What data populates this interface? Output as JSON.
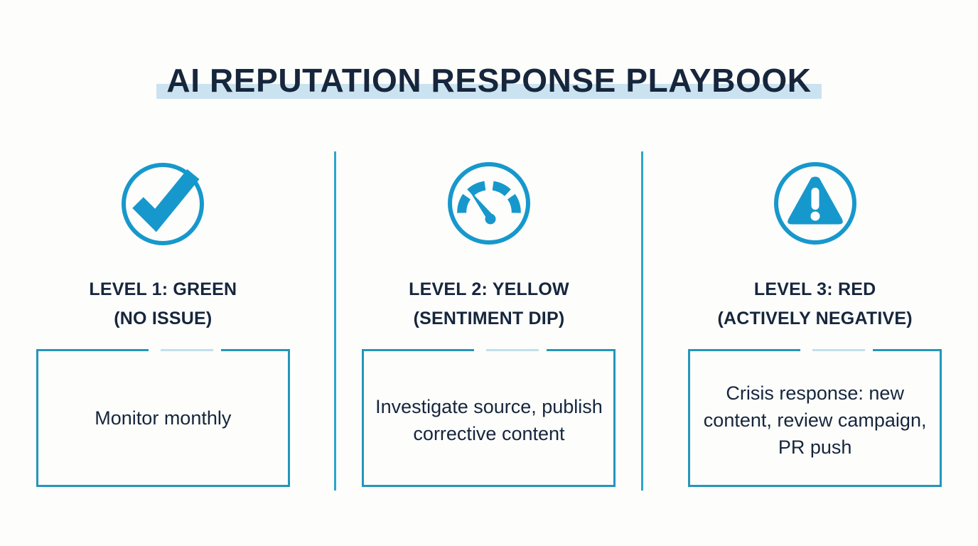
{
  "page": {
    "title": "AI REPUTATION RESPONSE PLAYBOOK",
    "background_color": "#fdfdfc",
    "title_color": "#16263c",
    "title_highlight_color": "#cbe3f0",
    "accent_color": "#1798cc",
    "border_color": "#2596b9",
    "divider_color": "#2ba6cd",
    "muted_border_color": "#bfe0ea"
  },
  "columns": [
    {
      "icon": "check-circle-icon",
      "heading_line1": "LEVEL 1: GREEN",
      "heading_line2": "(NO ISSUE)",
      "body": "Monitor monthly"
    },
    {
      "icon": "gauge-icon",
      "heading_line1": "LEVEL 2: YELLOW",
      "heading_line2": "(SENTIMENT DIP)",
      "body": "Investigate source, publish corrective content"
    },
    {
      "icon": "warning-triangle-icon",
      "heading_line1": "LEVEL 3: RED",
      "heading_line2": "(ACTIVELY NEGATIVE)",
      "body": "Crisis response: new content, review campaign, PR push"
    }
  ]
}
